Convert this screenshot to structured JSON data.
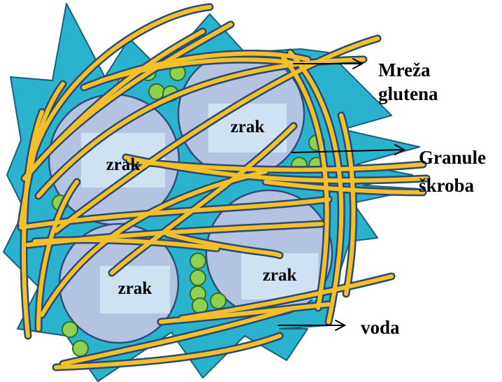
{
  "bubbles": [
    {
      "label": "zrak"
    },
    {
      "label": "zrak"
    },
    {
      "label": "zrak"
    },
    {
      "label": "zrak"
    }
  ],
  "callouts": {
    "gluten_line1": "Mreža",
    "gluten_line2": "glutena",
    "starch_line1": "Granule",
    "starch_line2": "škroba",
    "water": "voda"
  },
  "colors": {
    "water": "#2ab3cf",
    "water_outline": "#1a5f78",
    "air": "#b5c3e3",
    "air_outline": "#2f4f78",
    "air_label_bg": "#cfe2f3",
    "gluten": "#f3c02a",
    "gluten_outline": "#2b4a72",
    "starch": "#8fd14f",
    "starch_outline": "#2f6f2a"
  }
}
